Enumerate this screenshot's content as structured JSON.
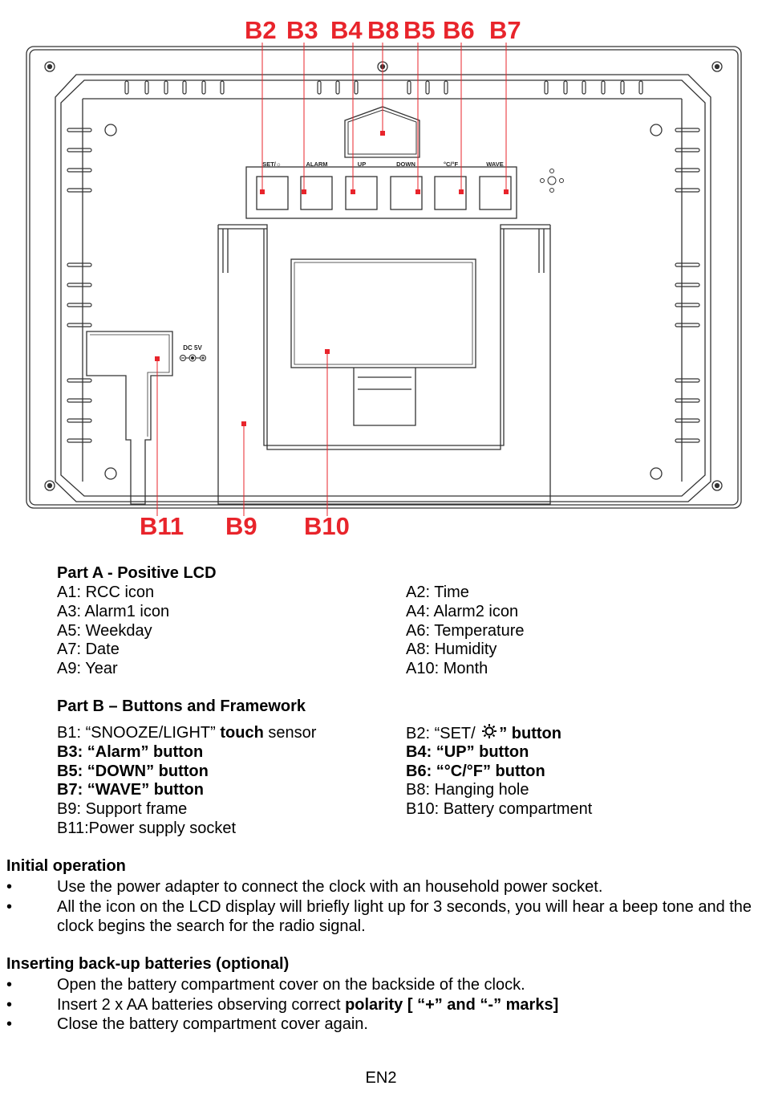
{
  "diagram": {
    "top_callouts": [
      "B2",
      "B3",
      "B4",
      "B8",
      "B5",
      "B6",
      "B7"
    ],
    "bottom_callouts": [
      "B11",
      "B9",
      "B10"
    ],
    "button_labels": [
      "SET/☼",
      "ALARM",
      "UP",
      "DOWN",
      "°C/°F",
      "WAVE"
    ],
    "dc_label": "DC 5V",
    "accent_color": "#e8242b"
  },
  "part_a": {
    "title": "Part A - Positive LCD",
    "items": [
      "A1: RCC icon",
      "A2: Time",
      "A3: Alarm1 icon",
      "A4: Alarm2 icon",
      "A5: Weekday",
      "A6: Temperature",
      "A7: Date",
      "A8: Humidity",
      "A9: Year",
      "A10: Month"
    ]
  },
  "part_b": {
    "title": "Part B – Buttons and Framework",
    "b1_code": "B1: “SNOOZE/LIGHT” ",
    "b1_touch": "touch",
    "b1_rest": " sensor",
    "b2_prefix": "B2: “SET/ ",
    "b2_suffix": "” button",
    "b3": "B3: “Alarm” button",
    "b4": "B4: “UP” button",
    "b5": "B5: “DOWN” button",
    "b6": "B6: “°C/°F” button",
    "b7": "B7: “WAVE” button",
    "b8": "B8: Hanging hole",
    "b9": "B9: Support frame",
    "b10": "B10: Battery compartment",
    "b11": "B11:Power supply socket"
  },
  "initial_operation": {
    "heading": "Initial operation",
    "bullet_char": "•",
    "items": [
      "Use the power adapter to connect the clock with an household power socket.",
      "All the icon on the LCD display will briefly light up for 3 seconds, you will hear a beep tone and the clock begins the search for the radio signal."
    ]
  },
  "backup_batteries": {
    "heading": "Inserting back-up batteries (optional)",
    "item1": "Open the battery compartment cover on the backside of the clock.",
    "item2_prefix": "Insert 2 x AA batteries observing correct ",
    "item2_bold": "polarity [ “+” and “-” marks]",
    "item3": "Close the battery compartment cover again."
  },
  "page_number": "EN2"
}
